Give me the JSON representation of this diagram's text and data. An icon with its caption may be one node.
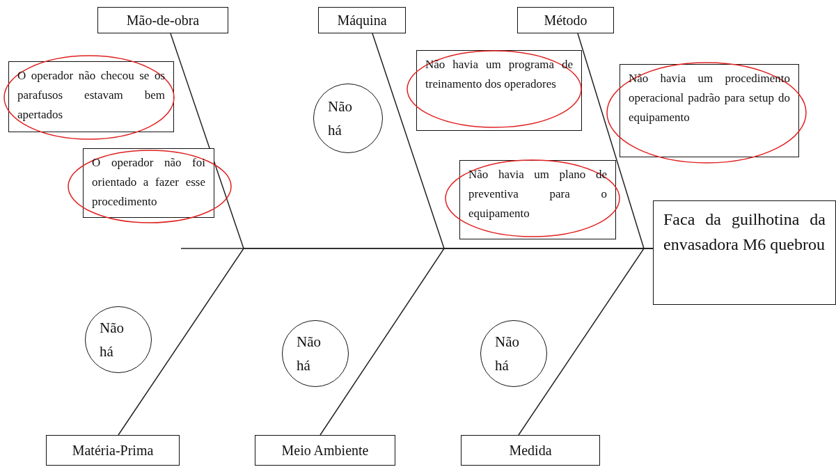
{
  "diagram": {
    "nodes": [
      {
        "text": [
          "Mão-de-obra"
        ]
      },
      {
        "text": [
          "Máquina"
        ]
      },
      {
        "text": [
          "Método"
        ]
      },
      {
        "text": [
          "O operador não checou se os parafusos estavam bem apertados"
        ]
      },
      {
        "text": [
          "Não havia um programa de treinamento dos operadores"
        ]
      },
      {
        "text": [
          "Não havia um procedimento operacional padrão para setup do equipamento"
        ]
      },
      {
        "text": [
          "Não há"
        ]
      },
      {
        "text": [
          "O operador não foi orientado a fazer esse procedimento"
        ]
      },
      {
        "text": [
          "Não havia um plano de preventiva para o equipamento"
        ]
      },
      {
        "text": [
          "Faca da guilhotina da envasadora M6 quebrou"
        ]
      },
      {
        "text": [
          "Não há"
        ]
      },
      {
        "text": [
          "Não há"
        ]
      },
      {
        "text": [
          "Não há"
        ]
      },
      {
        "text": [
          "Matéria-Prima"
        ]
      },
      {
        "text": [
          "Meio Ambiente"
        ]
      },
      {
        "text": [
          "Medida"
        ]
      }
    ],
    "edges": [
      {
        "from": 0,
        "to": 9,
        "arrow": "none"
      },
      {
        "from": 1,
        "to": 9,
        "arrow": "none"
      },
      {
        "from": 2,
        "to": 9,
        "arrow": "none"
      },
      {
        "from": 13,
        "to": 9,
        "arrow": "none"
      },
      {
        "from": 14,
        "to": 9,
        "arrow": "none"
      },
      {
        "from": 15,
        "to": 9,
        "arrow": "none"
      }
    ]
  }
}
